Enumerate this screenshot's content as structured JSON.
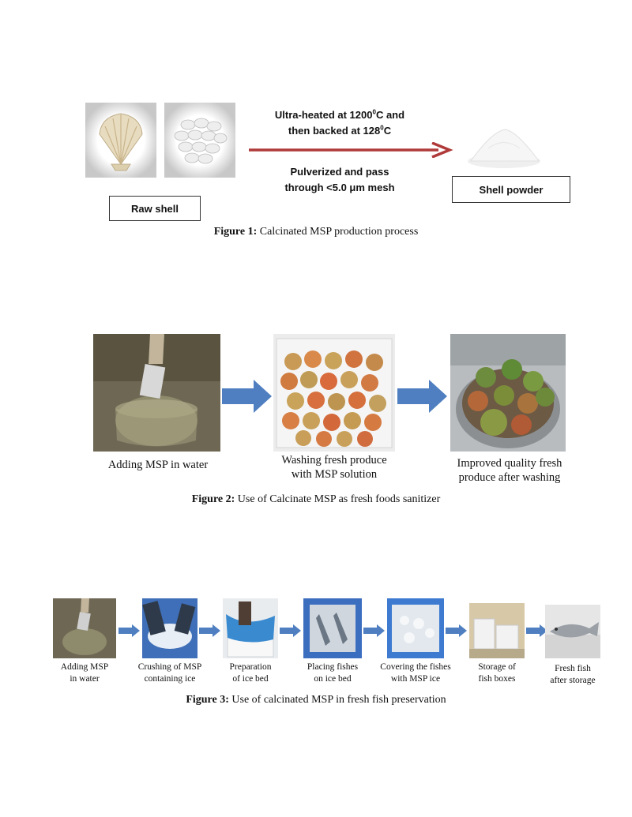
{
  "figure1": {
    "step_top_line1": "Ultra-heated at 1200",
    "step_top_sup1": "0",
    "step_top_unit1": "C and",
    "step_top_line2": "then backed at 128",
    "step_top_sup2": "0",
    "step_top_unit2": "C",
    "step_bottom_line1": "Pulverized and pass",
    "step_bottom_line2": "through <5.0 μm mesh",
    "raw_label": "Raw shell",
    "powder_label": "Shell powder",
    "caption_bold": "Figure 1:",
    "caption_text": " Calcinated MSP production process",
    "arrow_color": "#b03a3a"
  },
  "figure2": {
    "steps": [
      {
        "line1": "Adding MSP in water",
        "line2": ""
      },
      {
        "line1": "Washing fresh produce",
        "line2": "with MSP solution"
      },
      {
        "line1": "Improved quality fresh",
        "line2": "produce after washing"
      }
    ],
    "caption_bold": "Figure 2:",
    "caption_text": " Use of Calcinate MSP as fresh foods sanitizer",
    "arrow_color": "#4f7fc0"
  },
  "figure3": {
    "steps": [
      {
        "line1": "Adding MSP",
        "line2": "in water"
      },
      {
        "line1": "Crushing of MSP",
        "line2": "containing ice"
      },
      {
        "line1": "Preparation",
        "line2": "of ice bed"
      },
      {
        "line1": "Placing fishes",
        "line2": "on ice bed"
      },
      {
        "line1": "Covering the fishes",
        "line2": "with MSP ice"
      },
      {
        "line1": "Storage of",
        "line2": "fish boxes"
      },
      {
        "line1": "Fresh fish",
        "line2": "after storage"
      }
    ],
    "caption_bold": "Figure 3:",
    "caption_text": " Use of calcinated MSP in fresh fish preservation",
    "arrow_color": "#4f7fc0"
  }
}
